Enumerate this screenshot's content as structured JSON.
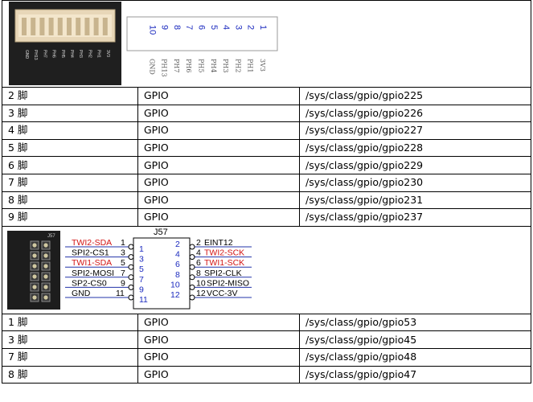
{
  "top_header": {
    "pin_numbers": [
      "1",
      "2",
      "3",
      "4",
      "5",
      "6",
      "7",
      "8",
      "9",
      "10"
    ],
    "pin_names": [
      "3V3",
      "PH1",
      "PH2",
      "PH3",
      "PH4",
      "PH5",
      "PH6",
      "PH7",
      "PH13",
      "GND"
    ],
    "board_silk": [
      "GND",
      "PH13",
      "PH7",
      "PH6",
      "PH5",
      "PH4",
      "PH3",
      "PH2",
      "PH1",
      "3V3"
    ]
  },
  "table1": [
    [
      "2 脚",
      "GPIO",
      "/sys/class/gpio/gpio225"
    ],
    [
      "3 脚",
      "GPIO",
      "/sys/class/gpio/gpio226"
    ],
    [
      "4 脚",
      "GPIO",
      "/sys/class/gpio/gpio227"
    ],
    [
      "5 脚",
      "GPIO",
      "/sys/class/gpio/gpio228"
    ],
    [
      "6 脚",
      "GPIO",
      "/sys/class/gpio/gpio229"
    ],
    [
      "7 脚",
      "GPIO",
      "/sys/class/gpio/gpio230"
    ],
    [
      "8 脚",
      "GPIO",
      "/sys/class/gpio/gpio231"
    ],
    [
      "9 脚",
      "GPIO",
      "/sys/class/gpio/gpio237"
    ]
  ],
  "j57": {
    "title": "J57",
    "left_labels": [
      "TWI2-SDA",
      "SPI2-CS1",
      "TWI1-SDA",
      "SPI2-MOSI",
      "SP2-CS0",
      "GND"
    ],
    "left_nums": [
      "1",
      "3",
      "5",
      "7",
      "9",
      "11"
    ],
    "right_labels": [
      "EINT12",
      "TWI2-SCK",
      "TWI1-SCK",
      "SPI2-CLK",
      "SPI2-MISO",
      "VCC-3V"
    ],
    "right_nums": [
      "2",
      "4",
      "6",
      "8",
      "10",
      "12"
    ],
    "inner_left": [
      "1",
      "3",
      "5",
      "7",
      "9",
      "11"
    ],
    "inner_right": [
      "2",
      "4",
      "6",
      "8",
      "10",
      "12"
    ],
    "board_silk": "J57"
  },
  "table2": [
    [
      "1 脚",
      "GPIO",
      "/sys/class/gpio/gpio53"
    ],
    [
      "3 脚",
      "GPIO",
      "/sys/class/gpio/gpio45"
    ],
    [
      "7 脚",
      "GPIO",
      "/sys/class/gpio/gpio48"
    ],
    [
      "8 脚",
      "GPIO",
      "/sys/class/gpio/gpio47"
    ]
  ],
  "colors": {
    "red_label": "#d21414",
    "blue_num": "#1c2bbf"
  }
}
